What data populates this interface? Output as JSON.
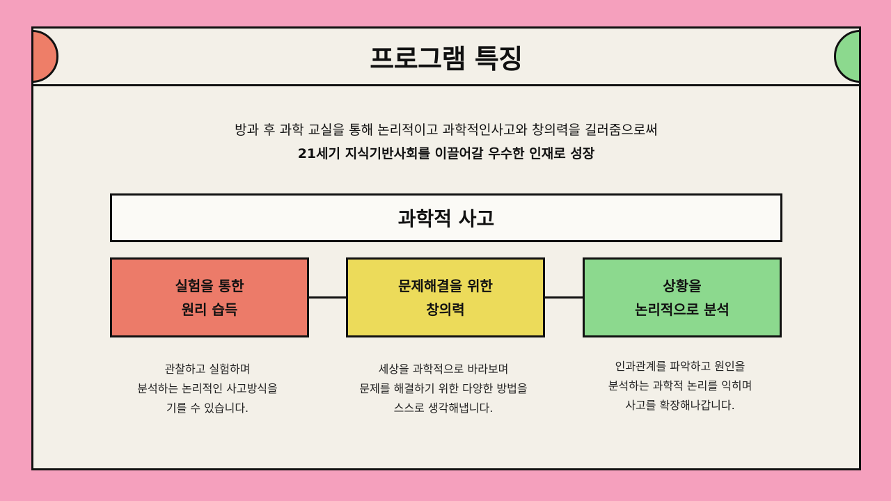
{
  "header": {
    "title": "프로그램 특징"
  },
  "intro": {
    "line1": "방과 후 과학 교실을 통해 논리적이고 과학적인사고와 창의력을 길러줌으로써",
    "line2": "21세기 지식기반사회를 이끌어갈 우수한 인재로 성장"
  },
  "banner": {
    "label": "과학적 사고"
  },
  "cards": [
    {
      "title1": "실험을 통한",
      "title2": "원리 습득",
      "desc": [
        "관찰하고 실험하며",
        "분석하는 논리적인 사고방식을",
        "기를 수 있습니다."
      ]
    },
    {
      "title1": "문제해결을 위한",
      "title2": "창의력",
      "desc": [
        "세상을 과학적으로 바라보며",
        "문제를 해결하기 위한 다양한 방법을",
        "스스로 생각해냅니다."
      ]
    },
    {
      "title1": "상황을",
      "title2": "논리적으로 분석",
      "desc": [
        "인과관계를 파악하고 원인을",
        "분석하는 과학적 논리를 익히며",
        "사고를 확장해나갑니다."
      ]
    }
  ],
  "colors": {
    "background": "#f5a0bd",
    "panel": "#f3f0e8",
    "red": "#ec7b69",
    "yellow": "#ecdb5a",
    "green": "#8cd98e"
  }
}
